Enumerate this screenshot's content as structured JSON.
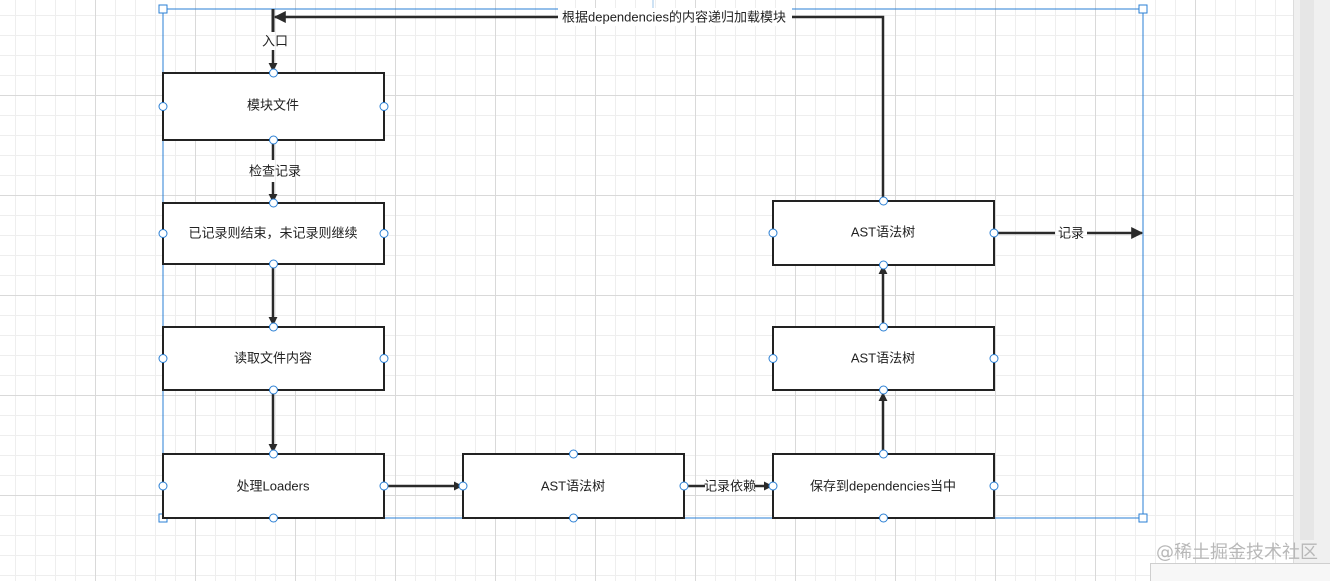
{
  "diagram": {
    "nodes": [
      {
        "id": "module-file",
        "label": "模块文件"
      },
      {
        "id": "check-record",
        "label": "已记录则结束，未记录则继续"
      },
      {
        "id": "read-content",
        "label": "读取文件内容"
      },
      {
        "id": "process-loaders",
        "label": "处理Loaders"
      },
      {
        "id": "ast-1",
        "label": "AST语法树"
      },
      {
        "id": "save-deps",
        "label": "保存到dependencies当中"
      },
      {
        "id": "ast-2",
        "label": "AST语法树"
      },
      {
        "id": "ast-3",
        "label": "AST语法树"
      }
    ],
    "edges": [
      {
        "id": "edge-recursive",
        "label": "根据dependencies的内容递归加载模块"
      },
      {
        "id": "edge-entry",
        "label": "入口"
      },
      {
        "id": "edge-check",
        "label": "检查记录"
      },
      {
        "id": "edge-read",
        "label": ""
      },
      {
        "id": "edge-loaders",
        "label": ""
      },
      {
        "id": "edge-to-ast",
        "label": ""
      },
      {
        "id": "edge-deps",
        "label": "记录依赖"
      },
      {
        "id": "edge-up-1",
        "label": ""
      },
      {
        "id": "edge-up-2",
        "label": ""
      },
      {
        "id": "edge-record",
        "label": "记录"
      }
    ]
  },
  "watermark": "@稀土掘金技术社区",
  "colors": {
    "selection": "#2a7fd4",
    "stroke": "#222222",
    "grid": "#d9d9d9"
  }
}
